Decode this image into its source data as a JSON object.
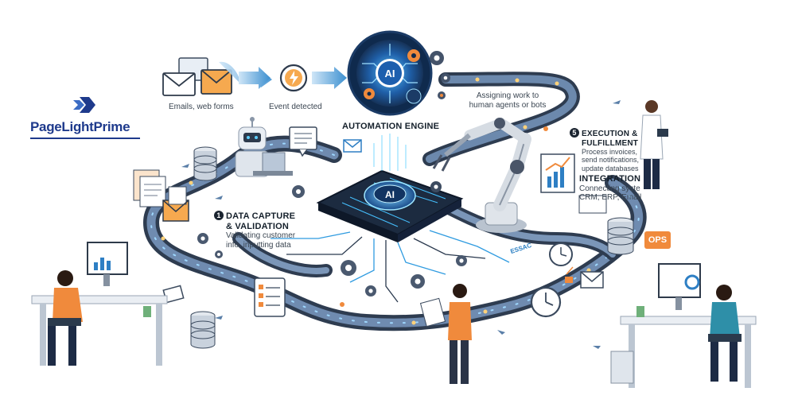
{
  "logo": {
    "text": "PageLightPrime",
    "accent_color": "#1e3a8c"
  },
  "flow": {
    "emails_label": "Emails, web forms",
    "event_label": "Event detected",
    "assigning_label_line1": "Assigning work to",
    "assigning_label_line2": "human agents or bots"
  },
  "engine": {
    "title": "AUTOMATION ENGINE",
    "badge": "AI",
    "chip_badge": "AI"
  },
  "steps": {
    "data_capture": {
      "number": "1",
      "title_line1": "DATA CAPTURE",
      "title_line2": "& VALIDATION",
      "desc_line1": "Validating customer",
      "desc_line2": "info, inputting data"
    },
    "execution": {
      "number": "5",
      "title_line1": "EXECUTION &",
      "title_line2": "FULFILLMENT",
      "desc_line1": "Process invoices,",
      "desc_line2": "send notifications,",
      "desc_line3": "update databases"
    },
    "integration": {
      "title": "INTEGRATION",
      "desc_line1": "Connecting syste",
      "desc_line2": "CRM, ERP, Email"
    }
  },
  "tags": {
    "ops": "OPS",
    "essac": "ESSAC"
  },
  "colors": {
    "track": "#3a4a5e",
    "track_light": "#6f8bb0",
    "glow": "#3fb6f0",
    "accent_orange": "#f08a3c",
    "chip": "#233450"
  }
}
